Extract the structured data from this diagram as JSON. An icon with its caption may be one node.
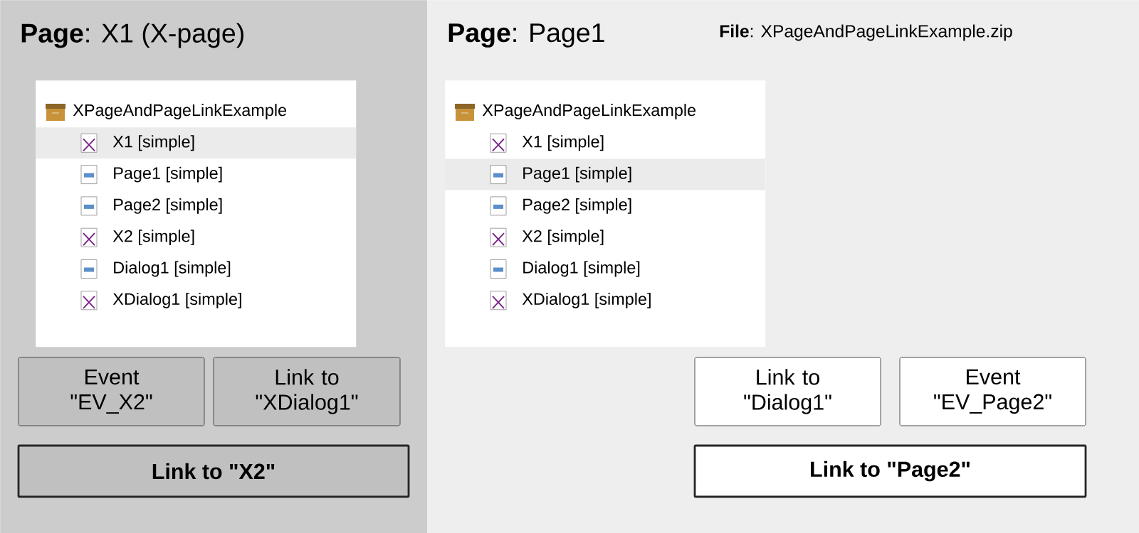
{
  "diagram": {
    "nodes": [
      {
        "text": [
          "**Page**: X1 (X-page)"
        ]
      },
      {
        "text": [
          "XPageAndPageLinkExample",
          "X1 [simple]",
          "Page1 [simple]",
          "Page2 [simple]",
          "X2 [simple]",
          "Dialog1 [simple]",
          "XDialog1 [simple]"
        ],
        "in": 0
      },
      {
        "text": [
          "Event \"EV_X2\""
        ],
        "in": 0
      },
      {
        "text": [
          "Link to \"XDialog1\""
        ],
        "in": 0
      },
      {
        "text": [
          "Link to \"X2\""
        ],
        "in": 0
      },
      {
        "text": [
          "**Page**: Page1"
        ]
      },
      {
        "text": [
          "XPageAndPageLinkExample",
          "X1 [simple]",
          "Page1 [simple]",
          "Page2 [simple]",
          "X2 [simple]",
          "Dialog1 [simple]",
          "XDialog1 [simple]"
        ],
        "in": 5
      },
      {
        "text": [
          "Link to \"Dialog1\""
        ],
        "in": 5
      },
      {
        "text": [
          "Event \"EV_Page2\""
        ],
        "in": 5
      },
      {
        "text": [
          "Link to \"Page2\""
        ],
        "in": 5
      }
    ],
    "labels": [
      "**File**: XPageAndPageLinkExample.zip"
    ]
  }
}
